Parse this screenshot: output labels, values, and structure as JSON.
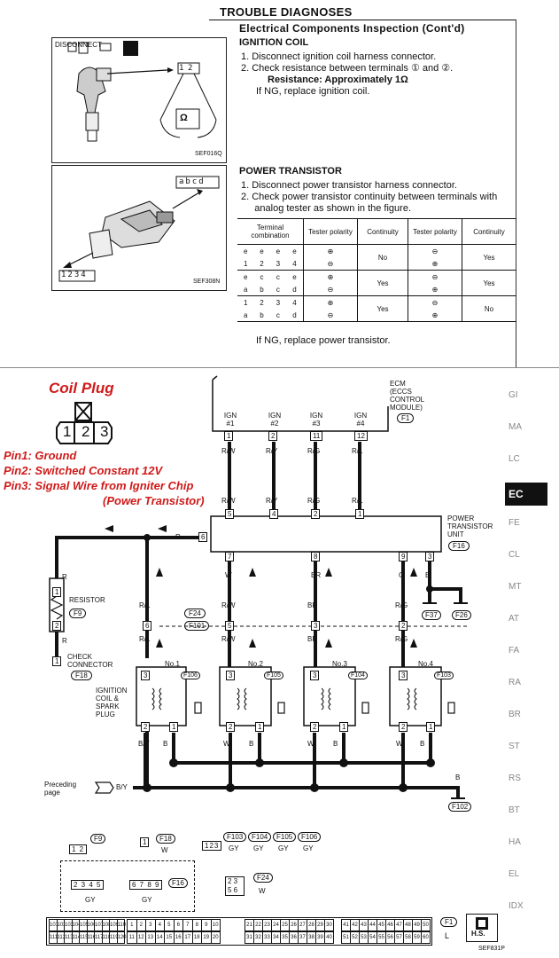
{
  "header": {
    "title": "TROUBLE DIAGNOSES",
    "subtitle": "Electrical Components Inspection (Cont'd)"
  },
  "ignition_coil": {
    "heading": "IGNITION COIL",
    "steps": [
      "1.  Disconnect ignition coil harness connector.",
      "2.  Check resistance between terminals ① and ②."
    ],
    "resistance": "Resistance: Approximately 1Ω",
    "ng": "If NG, replace ignition coil.",
    "figure_code": "SEF016Q",
    "figure_terminals": [
      "1",
      "2"
    ],
    "meter_symbol": "Ω",
    "disconnect_label": "DISCONNECT"
  },
  "power_transistor": {
    "heading": "POWER TRANSISTOR",
    "steps": [
      "1.  Disconnect power transistor harness connector.",
      "2.  Check power transistor continuity between terminals with",
      "     analog tester as shown in the figure."
    ],
    "table": {
      "headers": [
        "Terminal combination",
        "Tester polarity",
        "Continuity",
        "Tester polarity",
        "Continuity"
      ],
      "rows": [
        {
          "top": [
            "e",
            "e",
            "e",
            "e"
          ],
          "bottom": [
            "1",
            "2",
            "3",
            "4"
          ],
          "p1": [
            "⊕",
            "⊖"
          ],
          "c1": "No",
          "p2": [
            "⊖",
            "⊕"
          ],
          "c2": "Yes"
        },
        {
          "top": [
            "e",
            "c",
            "c",
            "e"
          ],
          "bottom": [
            "a",
            "b",
            "c",
            "d"
          ],
          "p1": [
            "⊕",
            "⊖"
          ],
          "c1": "Yes",
          "p2": [
            "⊖",
            "⊕"
          ],
          "c2": "Yes"
        },
        {
          "top": [
            "1",
            "2",
            "3",
            "4"
          ],
          "bottom": [
            "a",
            "b",
            "c",
            "d"
          ],
          "p1": [
            "⊕",
            "⊖"
          ],
          "c1": "Yes",
          "p2": [
            "⊖",
            "⊕"
          ],
          "c2": "No"
        }
      ]
    },
    "ng": "If NG, replace power transistor.",
    "figure_code": "SEF308N",
    "figure_terminals_top": [
      "a",
      "b",
      "c",
      "d"
    ],
    "figure_terminals_bottom": [
      "1",
      "2",
      "3",
      "4"
    ]
  },
  "coil_plug": {
    "title": "Coil Plug",
    "pins": [
      "1",
      "2",
      "3"
    ],
    "pin_notes": [
      "Pin1: Ground",
      "Pin2: Switched Constant 12V",
      "Pin3: Signal Wire from Igniter Chip",
      "(Power Transistor)"
    ]
  },
  "wiring": {
    "ecm_label": [
      "ECM",
      "(ECCS",
      "CONTROL",
      "MODULE)"
    ],
    "ecm_conn": "F1",
    "ign_labels": [
      "IGN #1",
      "IGN #2",
      "IGN #3",
      "IGN #4"
    ],
    "ecm_pins": [
      "1",
      "2",
      "11",
      "12"
    ],
    "ecm_wire_colors": [
      "R/W",
      "R/Y",
      "R/G",
      "R/L"
    ],
    "pt_top_pins": [
      "5",
      "4",
      "2",
      "1"
    ],
    "pt_top_colors": [
      "R/W",
      "R/Y",
      "R/G",
      "R/L"
    ],
    "pt_label": [
      "POWER",
      "TRANSISTOR",
      "UNIT"
    ],
    "pt_conn": "F16",
    "pt_left_pin": "6",
    "pt_left_color": "R",
    "pt_bottom_pins": [
      "7",
      "8",
      "9",
      "3"
    ],
    "pt_bottom_colors": [
      "W",
      "BR",
      "G",
      "B"
    ],
    "resistor_label": "RESISTOR",
    "resistor_conn": "F9",
    "resistor_pins": [
      "1",
      "2"
    ],
    "resistor_color": "R",
    "check_label": [
      "CHECK",
      "CONNECTOR"
    ],
    "check_conn": "F18",
    "check_pin": "1",
    "joint_conn_a": "F24",
    "joint_conn_b": "F101",
    "joint_pins": [
      "6",
      "5",
      "3",
      "2"
    ],
    "ground_conns": [
      "F37",
      "F26",
      "F102"
    ],
    "coil_label": [
      "IGNITION",
      "COIL &",
      "SPARK",
      "PLUG"
    ],
    "coils": [
      {
        "name": "No.1",
        "conn": "F106",
        "in": "R/L",
        "out": "R/L"
      },
      {
        "name": "No.2",
        "conn": "F105",
        "in": "R/W",
        "out": "R/W"
      },
      {
        "name": "No.3",
        "conn": "F104",
        "in": "BR",
        "out": "BR"
      },
      {
        "name": "No.4",
        "conn": "F103",
        "in": "R/G",
        "out": "R/G"
      }
    ],
    "coil_pins": [
      "3",
      "2",
      "1"
    ],
    "coil_bottom_colors": [
      "B/Y",
      "B",
      "W",
      "B",
      "W",
      "B",
      "W",
      "B"
    ],
    "preceding": [
      "Preceding",
      "page"
    ],
    "preceding_color": "B/Y",
    "bottom_ground": "B",
    "figure_code": "SEF831P"
  },
  "connectors": {
    "c_f9": {
      "conn": "F9",
      "pins": [
        "1",
        "2"
      ]
    },
    "c_f18": {
      "conn": "F18",
      "pins": [
        "1"
      ],
      "color": "W"
    },
    "c_coil": {
      "conns": [
        "F103",
        "F104",
        "F105",
        "F106"
      ],
      "pins": [
        "1",
        "2",
        "3"
      ],
      "colors": [
        "GY",
        "GY",
        "GY",
        "GY"
      ]
    },
    "c_f16": {
      "conn": "F16",
      "pins_a": [
        "2",
        "3",
        "4",
        "5"
      ],
      "pins_b": [
        "6",
        "7",
        "8",
        "9"
      ],
      "colors": [
        "GY",
        "GY"
      ]
    },
    "c_f24": {
      "conn": "F24",
      "pins": [
        "2",
        "3",
        "5",
        "6"
      ],
      "color": "W"
    },
    "c_f1": {
      "conn": "F1",
      "color": "L",
      "left_top": [
        "101",
        "102",
        "103",
        "104",
        "105",
        "106",
        "107",
        "108",
        "109",
        "110"
      ],
      "left_bottom": [
        "111",
        "112",
        "113",
        "114",
        "115",
        "116",
        "117",
        "118",
        "119",
        "120"
      ],
      "mid_top": [
        "1",
        "2",
        "3",
        "4",
        "5",
        "6",
        "7",
        "8",
        "9",
        "10"
      ],
      "mid_bottom": [
        "11",
        "12",
        "13",
        "14",
        "15",
        "16",
        "17",
        "18",
        "19",
        "20"
      ],
      "r1_top": [
        "21",
        "22",
        "23",
        "24",
        "25",
        "26",
        "27",
        "28",
        "29",
        "30"
      ],
      "r1_bottom": [
        "31",
        "32",
        "33",
        "34",
        "35",
        "36",
        "37",
        "38",
        "39",
        "40"
      ],
      "r2_top": [
        "41",
        "42",
        "43",
        "44",
        "45",
        "46",
        "47",
        "48",
        "49",
        "50"
      ],
      "r2_bottom": [
        "51",
        "52",
        "53",
        "54",
        "55",
        "56",
        "57",
        "58",
        "59",
        "60"
      ]
    },
    "hs": "H.S."
  },
  "side_tab": {
    "active": "EC",
    "items": [
      "GI",
      "MA",
      "LC",
      "FE",
      "CL",
      "MT",
      "AT",
      "FA",
      "RA",
      "BR",
      "ST",
      "RS",
      "BT",
      "HA",
      "EL",
      "IDX"
    ]
  }
}
